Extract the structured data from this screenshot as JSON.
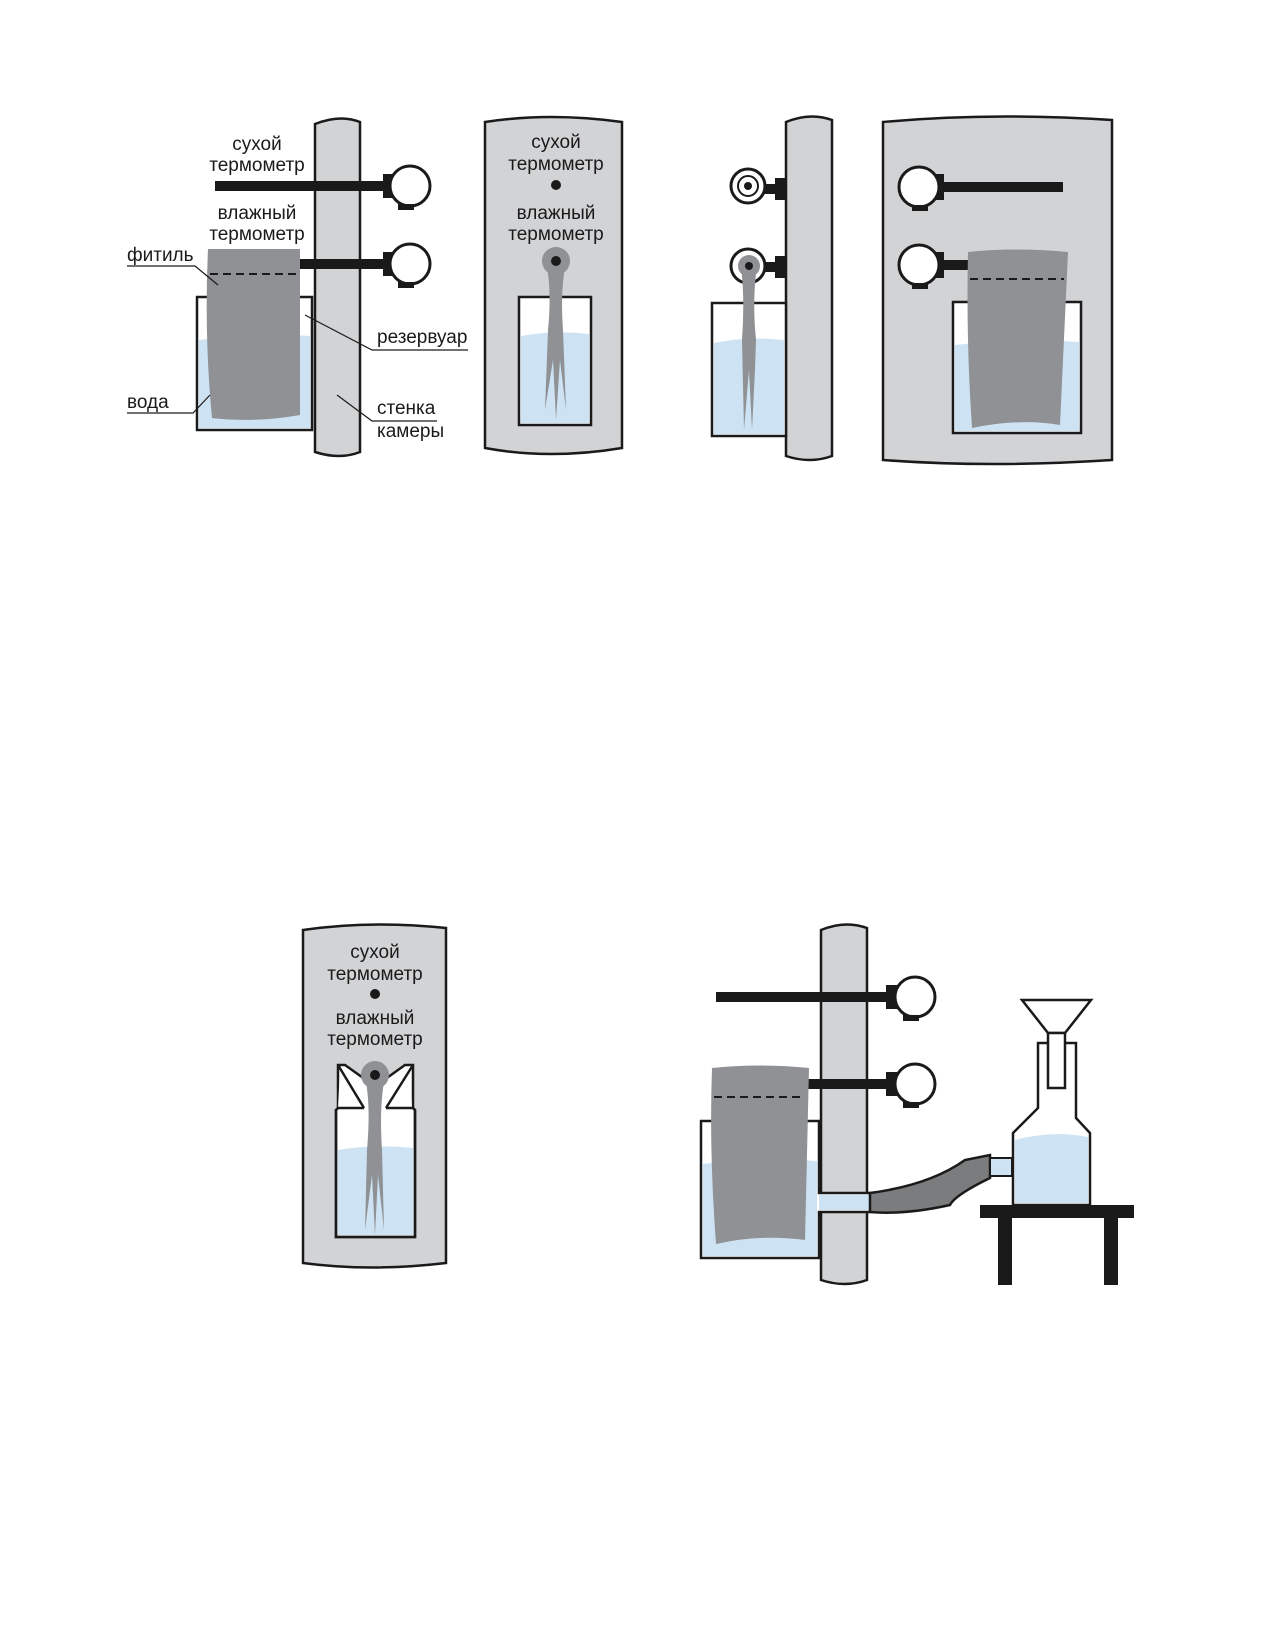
{
  "labels": {
    "dry_thermometer_line1": "сухой",
    "dry_thermometer_line2": "термометр",
    "wet_thermometer_line1": "влажный",
    "wet_thermometer_line2": "термометр",
    "wick": "фитиль",
    "reservoir": "резервуар",
    "water": "вода",
    "chamber_wall_line1": "стенка",
    "chamber_wall_line2": "камеры"
  },
  "colors": {
    "wall": "#d2d3d5",
    "wick": "#8f9194",
    "water": "#cde3f4",
    "metal": "#1a1a1a"
  }
}
